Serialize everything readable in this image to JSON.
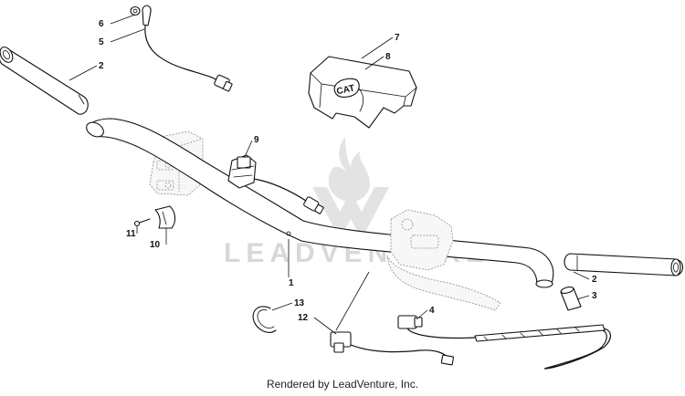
{
  "diagram": {
    "callouts": [
      {
        "id": "c6",
        "label": "6"
      },
      {
        "id": "c5",
        "label": "5"
      },
      {
        "id": "c2a",
        "label": "2"
      },
      {
        "id": "c7",
        "label": "7"
      },
      {
        "id": "c8",
        "label": "8"
      },
      {
        "id": "c9",
        "label": "9"
      },
      {
        "id": "c11",
        "label": "11"
      },
      {
        "id": "c10",
        "label": "10"
      },
      {
        "id": "c1",
        "label": "1"
      },
      {
        "id": "c2b",
        "label": "2"
      },
      {
        "id": "c3",
        "label": "3"
      },
      {
        "id": "c13",
        "label": "13"
      },
      {
        "id": "c12",
        "label": "12"
      },
      {
        "id": "c4",
        "label": "4"
      }
    ],
    "watermark": "LEADVENTURE",
    "cover_logo": "CAT"
  },
  "footer": {
    "credit": "Rendered by LeadVenture, Inc."
  }
}
